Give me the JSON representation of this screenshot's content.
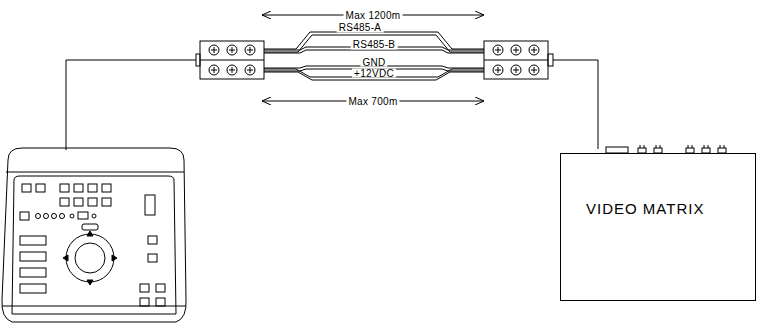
{
  "diagram": {
    "nodes": [
      {
        "text": [
          "VIDEO MATRIX"
        ]
      }
    ],
    "labels": [
      "Max 1200m",
      "RS485-A",
      "RS485-B",
      "GND",
      "+12VDC",
      "Max 700m"
    ]
  }
}
